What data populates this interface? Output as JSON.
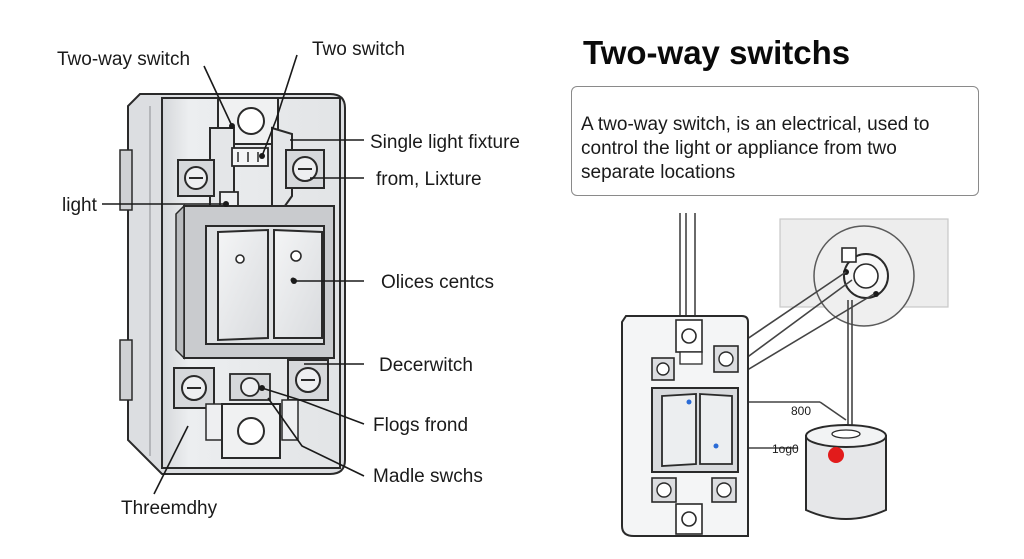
{
  "title": "Two-way switchs",
  "description": "A two-way switch, is an electrical, used to control the light or appliance from two separate locations",
  "left_labels": {
    "two_way_switch": "Two-way switch",
    "two_switch": "Two  switch",
    "single_light_fixture": "Single light fixture",
    "from_lixture": "from, Lixture",
    "light": "light",
    "olices_centcs": "Olices centcs",
    "decerwitch": "Decerwitch",
    "flogs_frond": "Flogs frond",
    "madle_swchs": "Madle swchs",
    "threemdhy": "Threemdhy"
  },
  "right_labels": {
    "value_top": "800",
    "value_bottom": "1og0"
  },
  "colors": {
    "plate": "#e9eaec",
    "outline": "#2a2a2a",
    "red_dot": "#e21b1b"
  }
}
